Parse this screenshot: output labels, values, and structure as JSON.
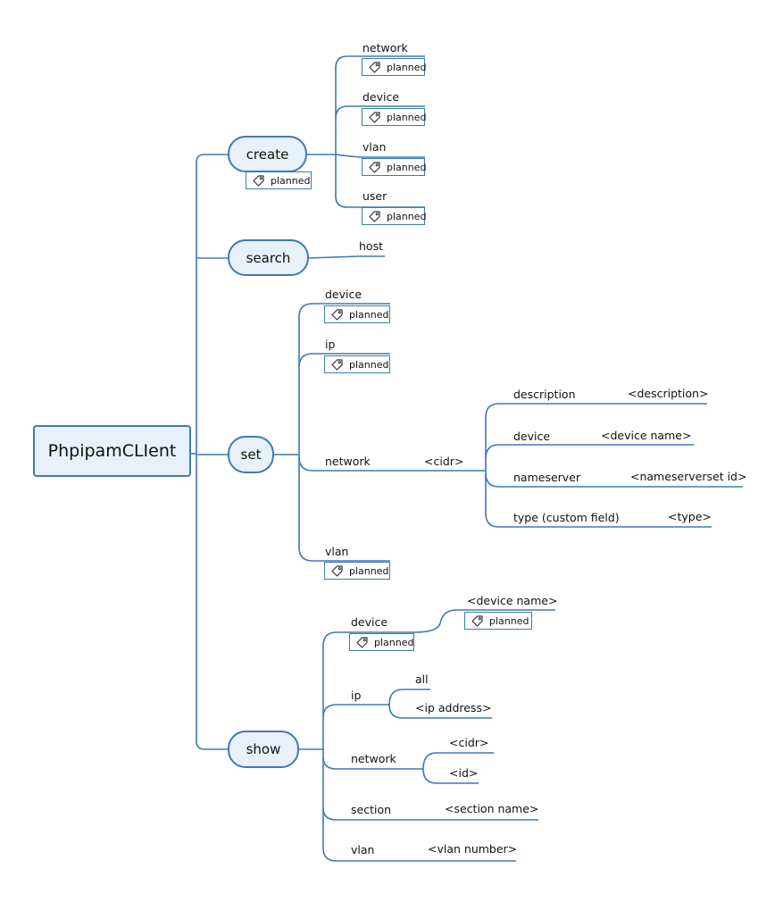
{
  "root": "PhpipamCLIent",
  "tag_label": "planned",
  "colors": {
    "line": "#3d7ab8",
    "node_fill": "#e8f0f9",
    "node_border": "#3d7ab8"
  },
  "icons": {
    "tag": "tag-icon"
  },
  "create": {
    "label": "create",
    "children": {
      "network": "network",
      "device": "device",
      "vlan": "vlan",
      "user": "user"
    }
  },
  "search": {
    "label": "search",
    "children": {
      "host": "host"
    }
  },
  "set": {
    "label": "set",
    "children": {
      "device": "device",
      "ip": "ip",
      "network": "network",
      "cidr": "<cidr>",
      "vlan": "vlan"
    },
    "network_options": [
      {
        "name": "description",
        "value": "<description>"
      },
      {
        "name": "device",
        "value": "<device name>"
      },
      {
        "name": "nameserver",
        "value": "<nameserverset id>"
      },
      {
        "name": "type (custom field)",
        "value": "<type>"
      }
    ]
  },
  "show": {
    "label": "show",
    "children": {
      "device": "device",
      "device_name": "<device name>",
      "ip": "ip",
      "ip_all": "all",
      "ip_address": "<ip address>",
      "network": "network",
      "network_cidr": "<cidr>",
      "network_id": "<id>",
      "section": "section",
      "section_name": "<section name>",
      "vlan": "vlan",
      "vlan_number": "<vlan number>"
    }
  }
}
